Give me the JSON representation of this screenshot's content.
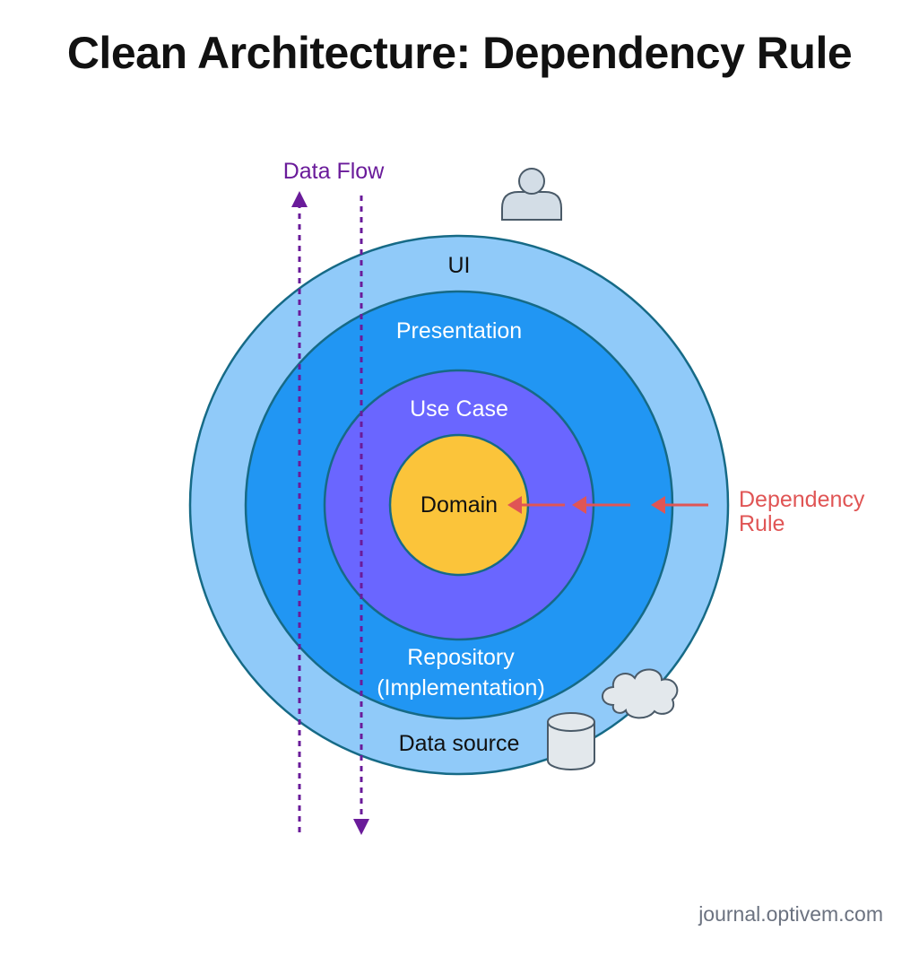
{
  "title": "Clean Architecture: Dependency Rule",
  "layers": {
    "ui": "UI",
    "presentation": "Presentation",
    "use_case": "Use Case",
    "domain": "Domain",
    "repository_line1": "Repository",
    "repository_line2": "(Implementation)",
    "data_source": "Data source"
  },
  "annotations": {
    "data_flow": "Data Flow",
    "dependency_rule_line1": "Dependency",
    "dependency_rule_line2": "Rule"
  },
  "icons": {
    "user": "user-icon",
    "cloud": "cloud-icon",
    "database": "database-icon"
  },
  "colors": {
    "ui_ring": "#90caf9",
    "presentation_ring": "#2196f3",
    "use_case_ring": "#6a66ff",
    "domain_core": "#fbc43a",
    "ring_stroke": "#166a86",
    "data_flow": "#6a1b9a",
    "dependency_rule": "#e05555"
  },
  "footer": "journal.optivem.com"
}
